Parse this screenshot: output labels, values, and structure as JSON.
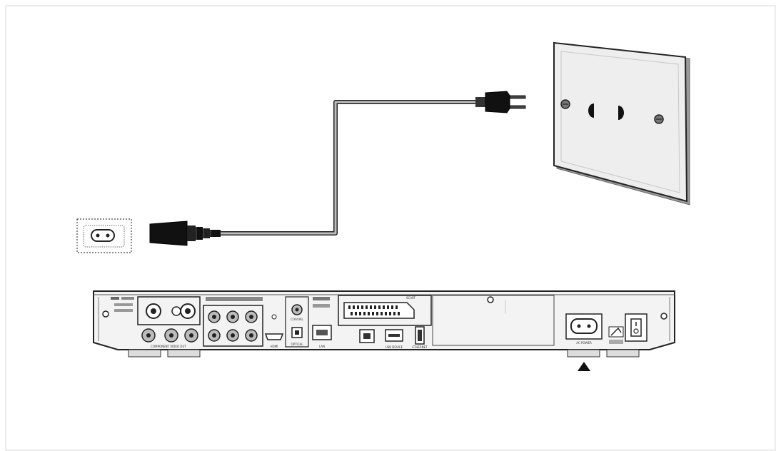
{
  "diagram": {
    "panel_labels": {
      "component_video_out": "COMPONENT VIDEO OUT",
      "hdmi": "HDMI",
      "optical": "OPTICAL",
      "coaxial": "COAXIAL",
      "lan": "LAN",
      "scart": "SCART",
      "usb_device": "USB DEVICE",
      "ethernet": "ETHERNET",
      "ac_power": "AC POWER"
    },
    "colors": {
      "line": "#222222",
      "cord": "#9a9a9a",
      "wall_plate": "#e8e8e8",
      "device_body": "#f4f4f4"
    }
  }
}
